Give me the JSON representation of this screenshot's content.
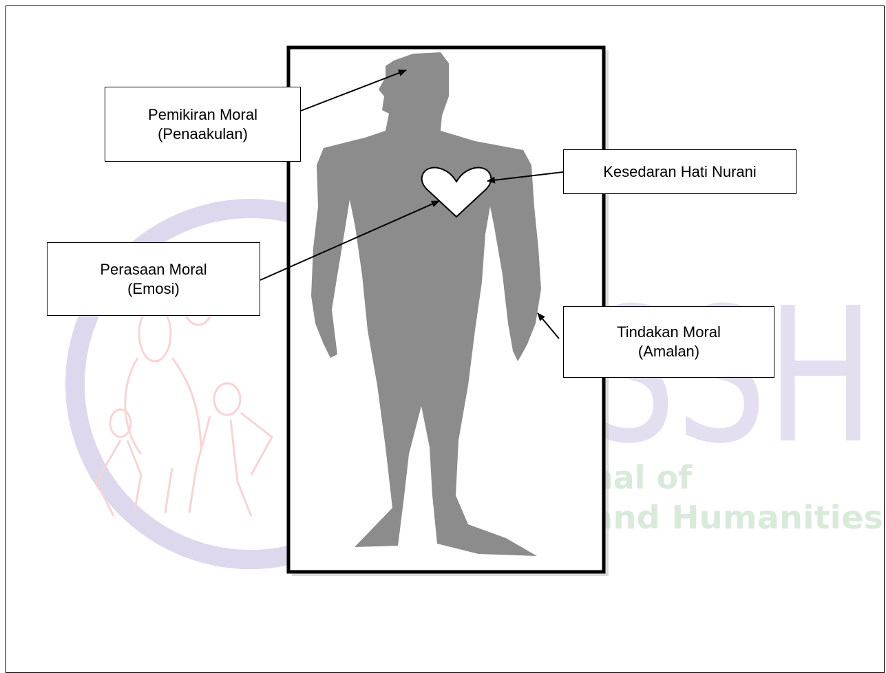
{
  "colors": {
    "watermark_ring": "#ddd8ee",
    "watermark_figures": "#f8d4d4",
    "watermark_text_green": "#d9eadb",
    "watermark_letters": "#e4dff0",
    "body_silhouette": "#8c8c8c",
    "frame": "#000000"
  },
  "watermark": {
    "letters": "SSH",
    "line1": "nal  of",
    "line2": "and Humanities"
  },
  "labels": {
    "pemikiran": {
      "line1": "Pemikiran Moral",
      "line2": "(Penaakulan)"
    },
    "kesedaran": {
      "line1": "Kesedaran Hati Nurani"
    },
    "perasaan": {
      "line1": "Perasaan Moral",
      "line2": "(Emosi)"
    },
    "tindakan": {
      "line1": "Tindakan Moral",
      "line2": "(Amalan)"
    }
  },
  "icons": {
    "figure": "human-silhouette-icon",
    "heart": "heart-icon"
  }
}
